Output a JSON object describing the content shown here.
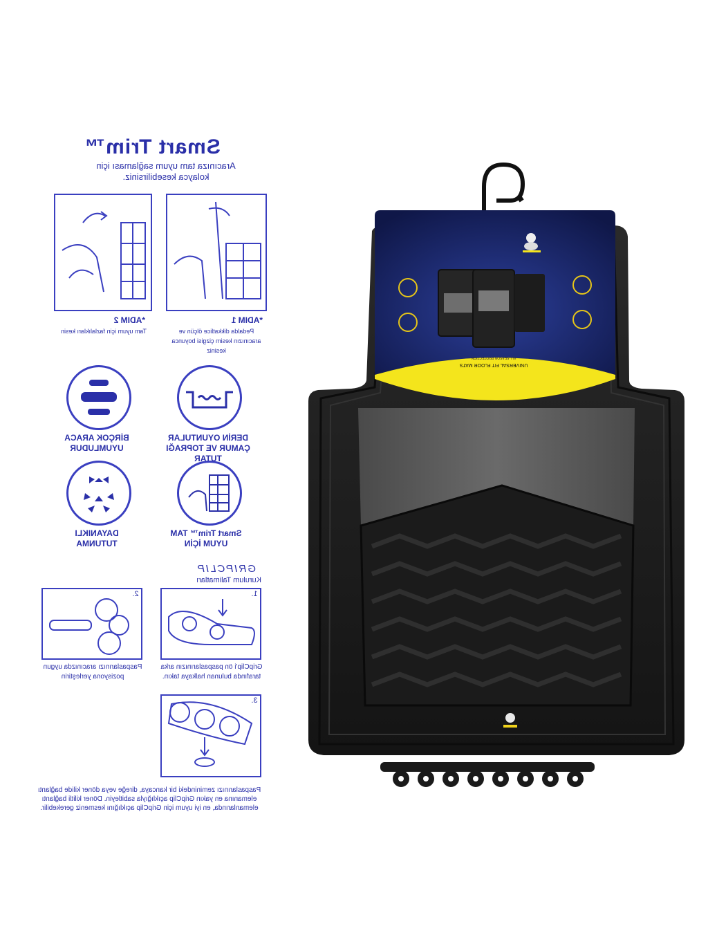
{
  "instructions": {
    "title": "Smart Trim™",
    "subtitle": "Aracınıza tam uyum sağlaması için kolayca kesebilirsiniz.",
    "step1": {
      "label": "*ADIM 1",
      "caption": "Pedalda dikkatlice ölçün ve aracınızın kesim çizgisi boyunca kesiniz"
    },
    "step2": {
      "label": "*ADIM 2",
      "caption": "Tam uyum için fazlalıkları kesin"
    },
    "features": [
      {
        "label": "DERİN OYUNTULAR ÇAMUR VE TOPRAĞI TUTAR",
        "icon": "deep-channel-icon"
      },
      {
        "label": "BİRÇOK ARACA UYUMLUDUR",
        "icon": "multiple-cars-icon"
      },
      {
        "label": "Smart Trim™ TAM UYUM İÇİN",
        "icon": "trim-hand-icon"
      },
      {
        "label": "DAYANIKLI TUTUNMA",
        "icon": "grip-arrows-icon"
      }
    ],
    "gripclip": {
      "logo": "GRIPCLIP",
      "heading": "Kurulum Talimatları",
      "step1": {
        "num": "1.",
        "caption": "GripClip'i ön paspaslarınızın arka tarafında bulunan halkaya takın."
      },
      "step2": {
        "num": "2.",
        "caption": "Paspaslarınızı aracınızda uygun pozisyona yerleştirin"
      },
      "step3": {
        "num": "3.",
        "caption": "Paspaslarınızı zeminindeki bir kancaya, direğe veya döner kilide bağlantı elemanına en yakın GripClip açıklığıyla sabitleyin. Döner kilitli bağlantı elemanlarında, en iyi uyum için GripClip açıklığını kesmeniz gerekebilir."
      }
    }
  },
  "product": {
    "card_title": "UNIVERSAL FIT FLOOR MATS",
    "card_tagline": "ALL SEASON PROTECTION",
    "brand_icon": "mascot-icon",
    "colors": {
      "card_blue": "#1f2f7a",
      "card_yellow": "#f4e51c",
      "mat_black": "#1e1e1e",
      "mat_grey": "#5c5c5c",
      "instruction_blue": "#3a3fc0"
    }
  }
}
